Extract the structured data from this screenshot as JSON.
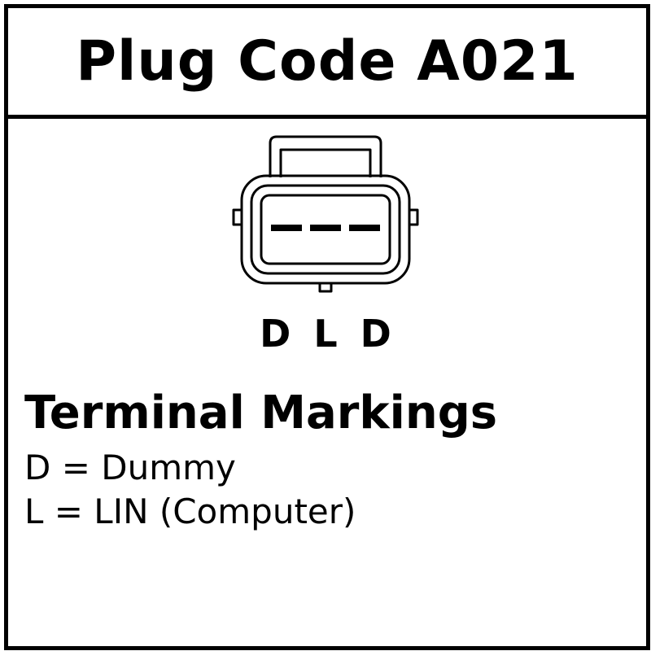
{
  "title": "Plug Code A021",
  "connector": {
    "pins": [
      "D",
      "L",
      "D"
    ]
  },
  "legend": {
    "heading": "Terminal Markings",
    "entries": [
      "D = Dummy",
      "L = LIN (Computer)"
    ]
  },
  "colors": {
    "ink": "#000000",
    "background": "#ffffff"
  }
}
